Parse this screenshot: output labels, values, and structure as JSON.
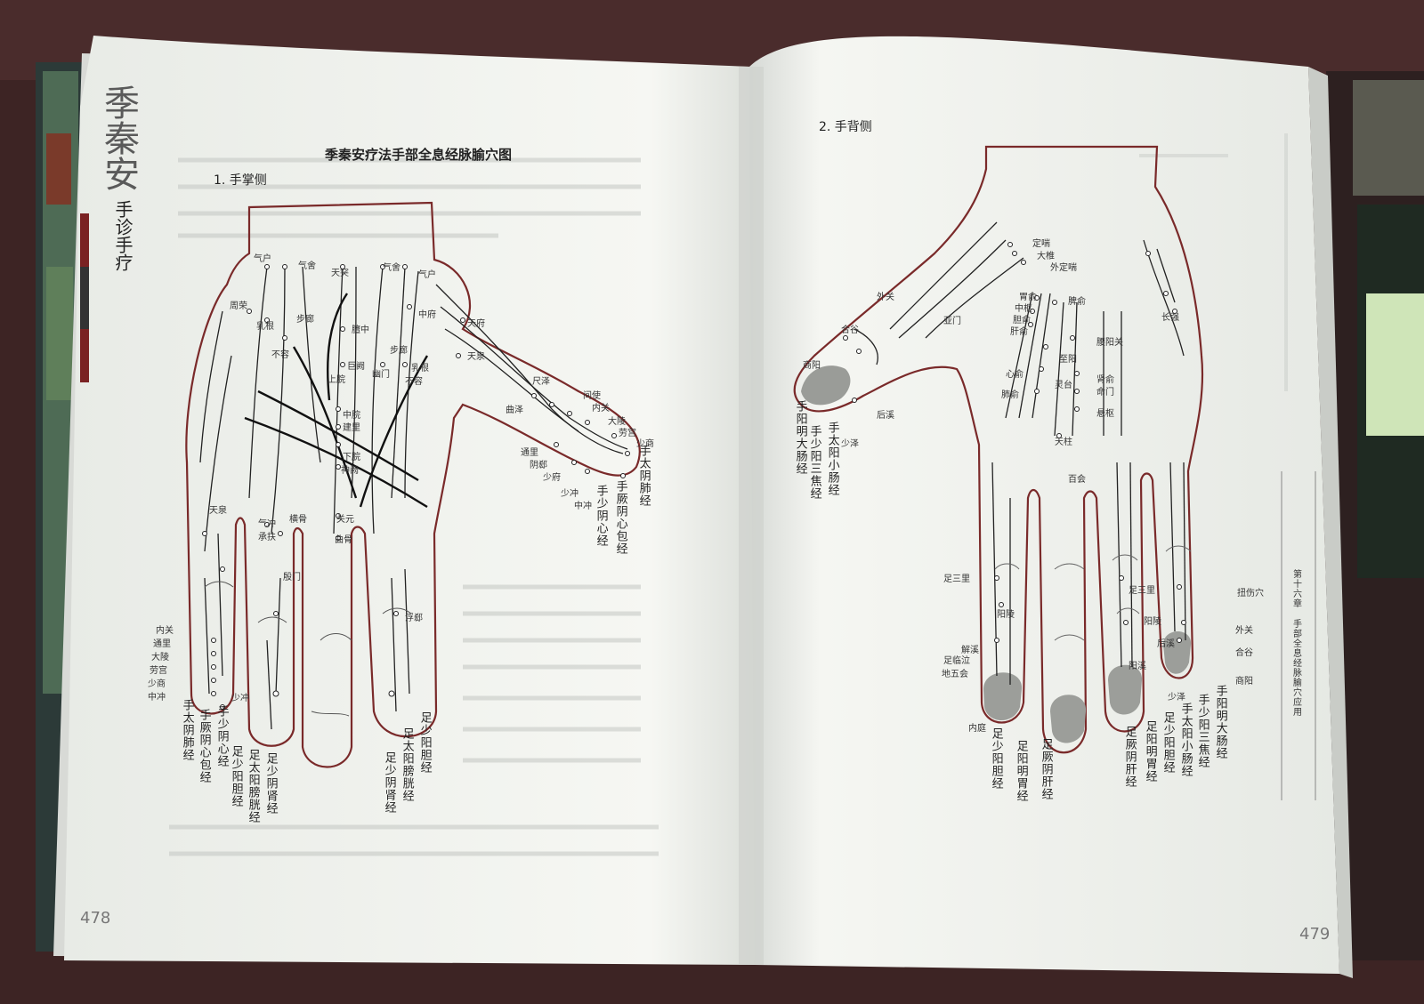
{
  "header": {
    "main_title": "季秦安疗法手部全息经脉腧穴图",
    "palm_section": "1. 手掌侧",
    "back_section": "2. 手背侧"
  },
  "brand": {
    "name": "季秦安",
    "subtitle": "手诊手疗"
  },
  "page_numbers": {
    "left": "478",
    "right": "479"
  },
  "chapter_tab": {
    "text": "第十六章 手部全息经脉腧穴应用"
  },
  "palm": {
    "points": [
      "气户",
      "气舍",
      "天突",
      "气舍",
      "气户",
      "周荣",
      "乳根",
      "不容",
      "步廊",
      "膻中",
      "中府",
      "天府",
      "巨阙",
      "幽门",
      "步廊",
      "乳根",
      "不容",
      "天泉",
      "上脘",
      "中脘",
      "建里",
      "下脘",
      "神阙",
      "尺泽",
      "曲泽",
      "间使",
      "内关",
      "大陵",
      "劳宫",
      "少商",
      "通里",
      "阴郄",
      "少府",
      "少冲",
      "中冲",
      "天泉",
      "气冲",
      "横骨",
      "关元",
      "曲骨",
      "承扶",
      "殷门",
      "浮郄",
      "内关",
      "通里",
      "大陵",
      "劳宫",
      "少商",
      "中冲",
      "少冲"
    ],
    "meridians_thumb": [
      "手太阴肺经",
      "手厥阴心包经",
      "手少阴心经"
    ],
    "meridians_fingers": [
      "手太阴肺经",
      "手厥阴心包经",
      "手少阴心经",
      "足少阴肾经",
      "足少阳胆经",
      "足太阳膀胱经",
      "足少阳胆经",
      "足太阳膀胱经",
      "足少阴肾经"
    ]
  },
  "back": {
    "points": [
      "定喘",
      "大椎",
      "外定喘",
      "外关",
      "合谷",
      "商阳",
      "后溪",
      "少泽",
      "亚门",
      "胃俞",
      "脾俞",
      "中枢",
      "胆俞",
      "肝俞",
      "腰阳关",
      "长强",
      "至阳",
      "心俞",
      "肺俞",
      "灵台",
      "肾俞",
      "命门",
      "悬枢",
      "天柱",
      "百会",
      "足三里",
      "阳陵",
      "解溪",
      "足临泣",
      "地五会",
      "内庭",
      "足三里",
      "阳陵",
      "阳溪",
      "后溪",
      "少泽",
      "扭伤穴",
      "外关",
      "合谷",
      "商阳"
    ],
    "meridians_thumb": [
      "手阳明大肠经",
      "手少阳三焦经",
      "手太阳小肠经"
    ],
    "meridians_fingers": [
      "足少阳胆经",
      "足阳明胃经",
      "足厥阴肝经",
      "足厥阴肝经",
      "足阳明胃经",
      "足少阳胆经",
      "手太阳小肠经",
      "手少阳三焦经",
      "手阳明大肠经"
    ]
  },
  "colors": {
    "page": "#f4f5f2",
    "outline": "#7a2a2a",
    "ink": "#222222",
    "table": "#3a2222"
  }
}
